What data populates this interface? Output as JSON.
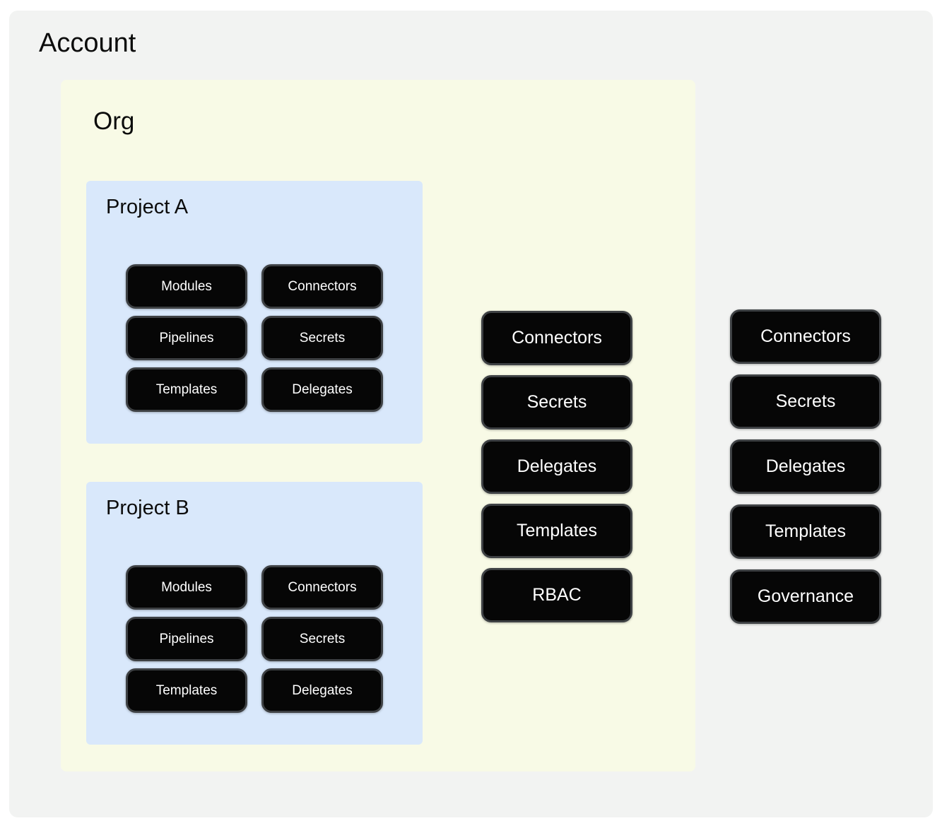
{
  "colors": {
    "page_bg": "#ffffff",
    "account_bg": "#f2f3f2",
    "org_bg": "#f8fae6",
    "project_bg": "#d9e8fb",
    "pill_bg": "#060606",
    "pill_border": "#3e4144",
    "pill_text": "#ffffff",
    "title_text": "#0c0c0c"
  },
  "account": {
    "title": "Account",
    "resources": [
      "Connectors",
      "Secrets",
      "Delegates",
      "Templates",
      "Governance"
    ],
    "org": {
      "title": "Org",
      "resources": [
        "Connectors",
        "Secrets",
        "Delegates",
        "Templates",
        "RBAC"
      ],
      "projects": [
        {
          "title": "Project A",
          "resources": [
            "Modules",
            "Connectors",
            "Pipelines",
            "Secrets",
            "Templates",
            "Delegates"
          ]
        },
        {
          "title": "Project B",
          "resources": [
            "Modules",
            "Connectors",
            "Pipelines",
            "Secrets",
            "Templates",
            "Delegates"
          ]
        }
      ]
    }
  }
}
